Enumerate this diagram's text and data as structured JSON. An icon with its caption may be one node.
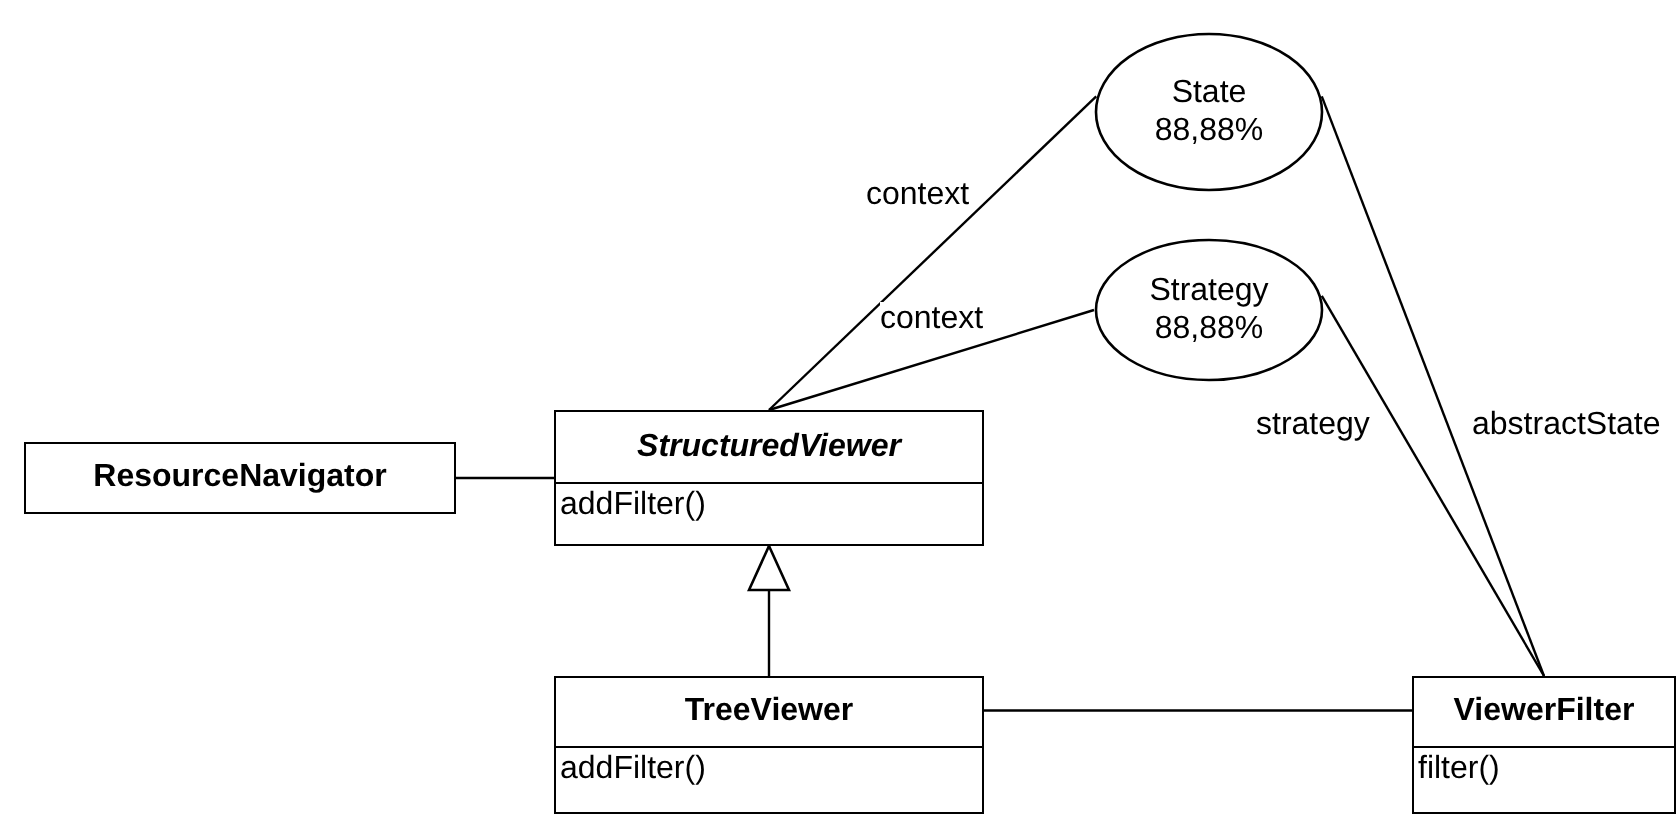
{
  "diagram": {
    "nodes": [
      {
        "text": [
          "State",
          "88,88%"
        ]
      },
      {
        "text": [
          "Strategy",
          "88,88%"
        ]
      },
      {
        "text": [
          "ResourceNavigator"
        ]
      },
      {
        "text": [
          "StructuredViewer",
          "addFilter()"
        ]
      },
      {
        "text": [
          "TreeViewer",
          "addFilter()"
        ]
      },
      {
        "text": [
          "ViewerFilter",
          "filter()"
        ]
      }
    ],
    "edges": [
      {
        "from": 3,
        "to": 0,
        "arrow": "none",
        "label": "context"
      },
      {
        "from": 3,
        "to": 1,
        "arrow": "none",
        "label": "context"
      },
      {
        "from": 0,
        "to": 5,
        "arrow": "none",
        "label": "abstractState"
      },
      {
        "from": 1,
        "to": 5,
        "arrow": "none",
        "label": "strategy"
      },
      {
        "from": 2,
        "to": 3,
        "arrow": "none"
      },
      {
        "from": 4,
        "to": 3,
        "arrow": "to"
      },
      {
        "from": 4,
        "to": 5,
        "arrow": "none"
      }
    ]
  }
}
